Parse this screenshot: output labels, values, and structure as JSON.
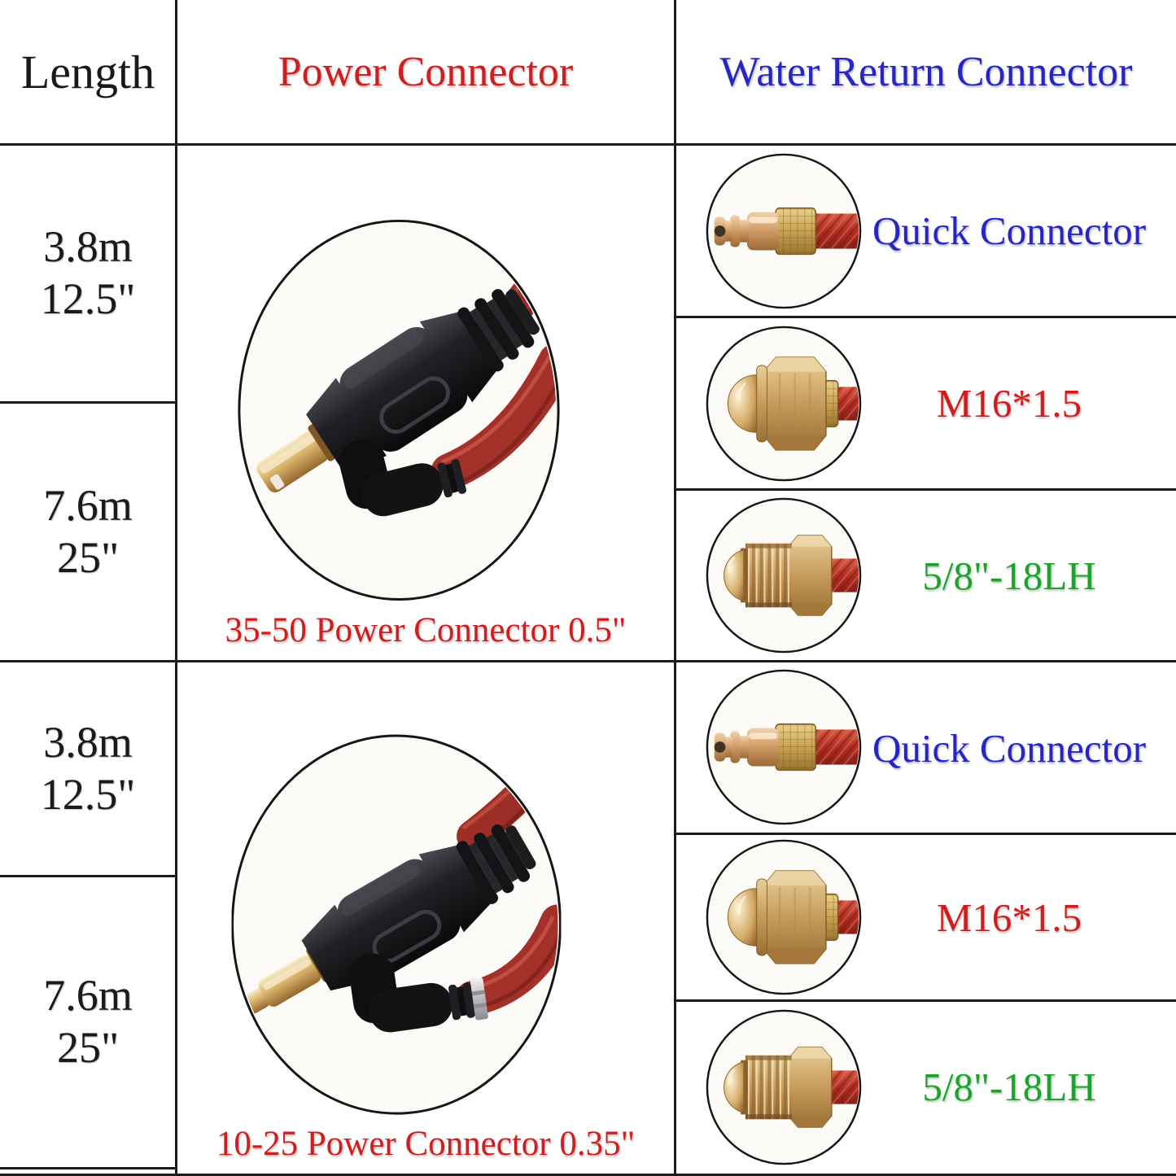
{
  "table": {
    "header": {
      "length": "Length",
      "power": "Power Connector",
      "water": "Water Return Connector"
    },
    "palette": {
      "red": "#ce1e1e",
      "blue": "#2526c4",
      "green": "#1da32b",
      "grid_line": "#1c1c1c",
      "hose_red": "#b32d22",
      "brass": "#c79b5c"
    },
    "sections": [
      {
        "lengths": [
          {
            "metric": "3.8m",
            "imperial": "12.5\""
          },
          {
            "metric": "7.6m",
            "imperial": "25\""
          }
        ],
        "power": {
          "caption": "35-50 Power Connector 0.5\""
        },
        "water_rows": [
          {
            "label": "Quick Connector",
            "color": "blue"
          },
          {
            "label": "M16*1.5",
            "color": "red"
          },
          {
            "label": "5/8\"-18LH",
            "color": "green"
          }
        ]
      },
      {
        "lengths": [
          {
            "metric": "3.8m",
            "imperial": "12.5\""
          },
          {
            "metric": "7.6m",
            "imperial": "25\""
          }
        ],
        "power": {
          "caption": "10-25 Power Connector 0.35\""
        },
        "water_rows": [
          {
            "label": "Quick Connector",
            "color": "blue"
          },
          {
            "label": "M16*1.5",
            "color": "red"
          },
          {
            "label": "5/8\"-18LH",
            "color": "green"
          }
        ]
      }
    ]
  }
}
